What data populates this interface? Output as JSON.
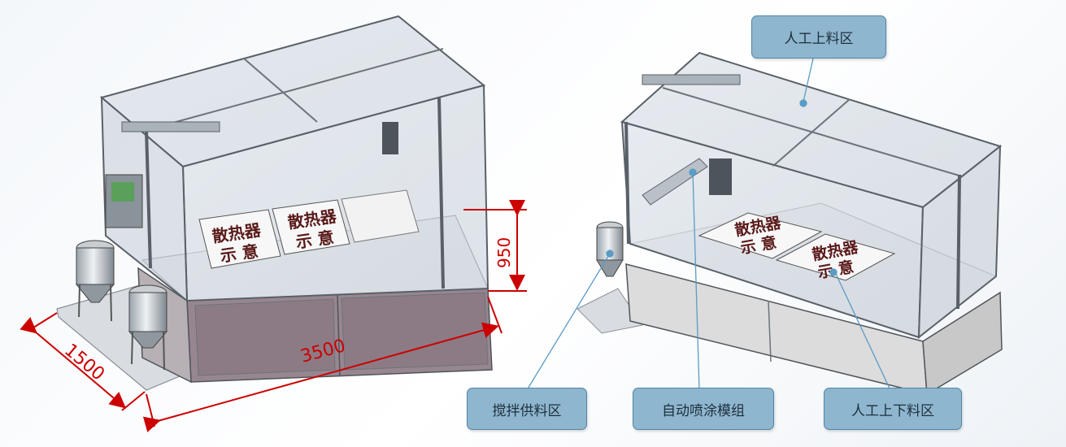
{
  "dimensions": {
    "height": "950",
    "length": "3500",
    "width": "1500"
  },
  "sign_text": {
    "line1": "散热器",
    "line2": "示  意"
  },
  "callouts": {
    "manual_loading_zone": "人工上料区",
    "mixing_supply_zone": "搅拌供料区",
    "auto_spray_module": "自动喷涂模组",
    "manual_load_unload_zone": "人工上下料区"
  },
  "colors": {
    "callout_fill": "#8fb6cf",
    "callout_border": "#4f86a8",
    "dimension_red": "#cc0000",
    "frame_gray": "#6d737a",
    "base_mauve": "#978690"
  }
}
